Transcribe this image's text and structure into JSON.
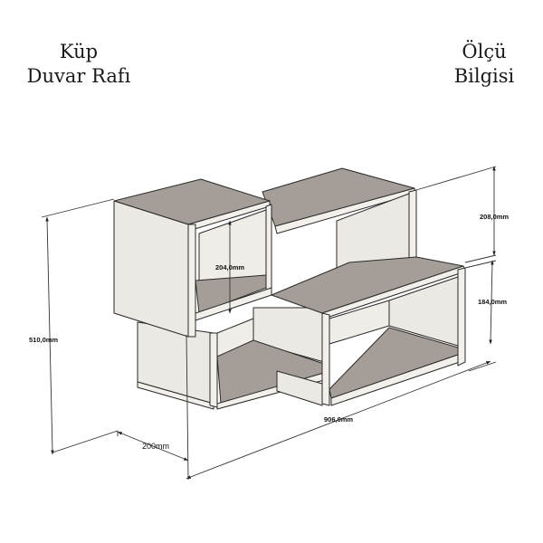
{
  "title_left": {
    "line1": "Küp",
    "line2": "Duvar Rafı"
  },
  "title_right": {
    "line1": "Ölçü",
    "line2": "Bilgisi"
  },
  "dimensions": {
    "total_height": "510,0mm",
    "top_right_height": "208,0mm",
    "lower_right_height": "184,0mm",
    "cube_inner_height": "204,0mm",
    "depth": "200mm",
    "total_width": "906,0mm"
  },
  "colors": {
    "panel_face": "#ede9e4",
    "panel_light": "#f3f0ec",
    "shelf_surface": "#a59e98",
    "edge_line": "#2a2a2a",
    "background": "#ffffff"
  }
}
